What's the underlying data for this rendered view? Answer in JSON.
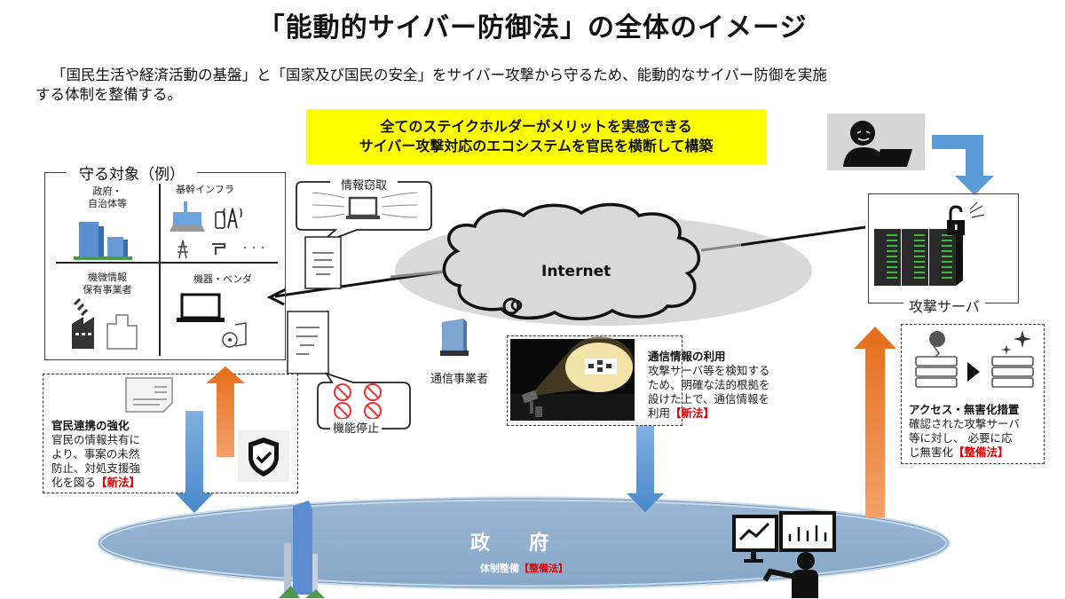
{
  "title": "「能動的サイバー防御法」の全体のイメージ",
  "subtitle": {
    "line1": "「国民生活や経済活動の基盤」と「国家及び国民の安全」をサイバー攻撃から守るため、能動的なサイバー防御を実施",
    "line2": "する体制を整備する。"
  },
  "banner": {
    "line1": "全てのステイクホルダーがメリットを実感できる",
    "line2": "サイバー攻撃対応のエコシステムを官民を横断して構築",
    "color": "#ffff00"
  },
  "targets": {
    "title": "守る対象（例）",
    "cells": [
      {
        "label": "政府・\n自治体等",
        "icon": "office-buildings-icon"
      },
      {
        "label": "基幹インフラ",
        "icon": "infrastructure-icons"
      },
      {
        "label": "機微情報\n保有事業者",
        "icon": "factory-and-buildings-icon"
      },
      {
        "label": "機器・ベンダ",
        "icon": "laptop-and-software-icon"
      }
    ]
  },
  "threats": {
    "info_theft": "情報窃取",
    "function_stop": "機能停止"
  },
  "internet": {
    "label": "Internet"
  },
  "carrier": {
    "label": "通信事業者"
  },
  "attack_server": {
    "label": "攻撃サーバ"
  },
  "public_private": {
    "heading": "官民連携の強化",
    "body": "官民の情報共有により、事案の未然防止、対処支援強化を図る",
    "body_lines": [
      "官民の情報共有に",
      "より、事案の未然",
      "防止、対処支援強",
      "化を図る"
    ],
    "tag": "【新法】"
  },
  "comm_info": {
    "heading": "通信情報の利用",
    "body_lines": [
      "攻撃サーバ等を検知する",
      "ため、明確な法的根拠を",
      "設けた上で、通信情報を",
      "利用"
    ],
    "tag": "【新法】"
  },
  "access": {
    "heading": "アクセス・無害化措置",
    "body_lines": [
      "確認された攻撃サーバ",
      "等に対し、 必要に応",
      "じ無害化"
    ],
    "tag": "【整備法】"
  },
  "government": {
    "label": "政　　府",
    "sub": "体制整備",
    "tag": "【整備法】"
  },
  "colors": {
    "blue_arrow": "#5b9bd5",
    "orange_arrow": "#ed7d31",
    "tag_red": "#e00000",
    "gov_ellipse": "#8eaccb",
    "internet_ellipse": "#d9d9d9"
  }
}
